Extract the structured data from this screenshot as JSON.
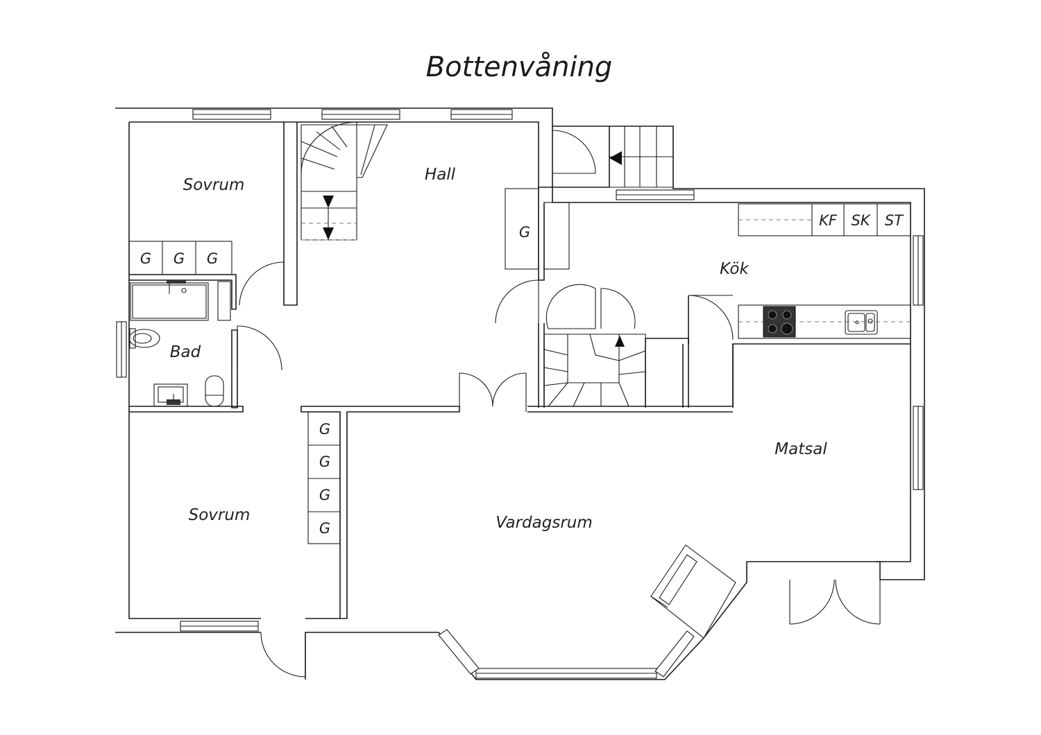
{
  "title": "Bottenvåning",
  "rooms": {
    "sovrum_top": "Sovrum",
    "hall": "Hall",
    "bad": "Bad",
    "kok": "Kök",
    "sovrum_bottom": "Sovrum",
    "vardagsrum": "Vardagsrum",
    "matsal": "Matsal"
  },
  "cabinets": {
    "wardrobe_label": "G",
    "kitchen_fridge": "KF",
    "kitchen_freezer": "SK",
    "kitchen_tall": "ST"
  },
  "icons": [
    "stair-arrow-icon",
    "door-swing-icon",
    "window-icon",
    "bathtub-icon",
    "washbasin-icon",
    "toilet-icon",
    "stove-icon",
    "sink-icon"
  ]
}
